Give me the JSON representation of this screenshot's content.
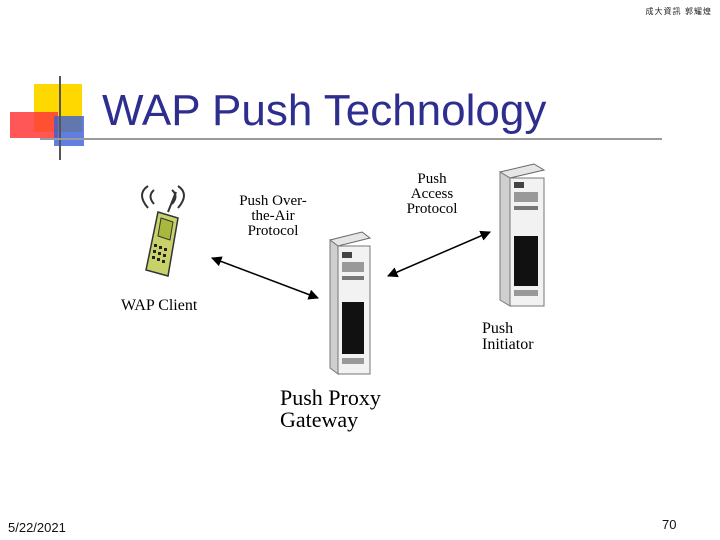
{
  "header": {
    "corner_text": "成大資訊 郭耀煌"
  },
  "slide": {
    "title": "WAP Push Technology"
  },
  "diagram": {
    "push_ota_label_1": "Push Over-",
    "push_ota_label_2": "the-Air",
    "push_ota_label_3": "Protocol",
    "pap_label_1": "Push",
    "pap_label_2": "Access",
    "pap_label_3": "Protocol",
    "wap_client_label": "WAP Client",
    "initiator_label_1": "Push",
    "initiator_label_2": "Initiator",
    "ppg_label_1": "Push Proxy",
    "ppg_label_2": "Gateway"
  },
  "footer": {
    "date": "5/22/2021",
    "page_number": "70"
  },
  "colors": {
    "title": "#2e2e8f",
    "deco_yellow": "#ffd800",
    "deco_red": "#ff3a3a",
    "deco_blue": "#3a5fd8"
  }
}
